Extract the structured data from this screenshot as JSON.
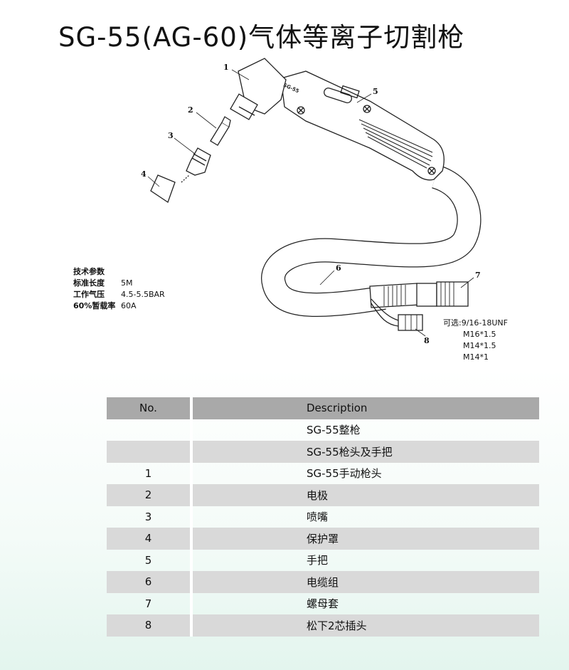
{
  "title": "SG-55(AG-60)气体等离子切割枪",
  "callouts": [
    "1",
    "2",
    "3",
    "4",
    "5",
    "6",
    "7",
    "8"
  ],
  "specs": {
    "heading": "技术参数",
    "rows": [
      {
        "key": "标准长度",
        "value": "5M"
      },
      {
        "key": "工作气压",
        "value": "4.5-5.5BAR"
      },
      {
        "key": "60%暂载率",
        "value": "60A"
      }
    ]
  },
  "handle_mark": "SG-55",
  "thread_options": {
    "label": "可选:9/16-18UNF",
    "items": [
      "M16*1.5",
      "M14*1.5",
      "M14*1"
    ]
  },
  "table": {
    "headers": {
      "no": "No.",
      "description": "Description"
    },
    "rows": [
      {
        "no": "",
        "description": "SG-55整枪"
      },
      {
        "no": "",
        "description": "SG-55枪头及手把"
      },
      {
        "no": "1",
        "description": "SG-55手动枪头"
      },
      {
        "no": "2",
        "description": "电极"
      },
      {
        "no": "3",
        "description": "喷嘴"
      },
      {
        "no": "4",
        "description": "保护罩"
      },
      {
        "no": "5",
        "description": "手把"
      },
      {
        "no": "6",
        "description": "电缆组"
      },
      {
        "no": "7",
        "description": "螺母套"
      },
      {
        "no": "8",
        "description": "松下2芯插头"
      }
    ]
  }
}
